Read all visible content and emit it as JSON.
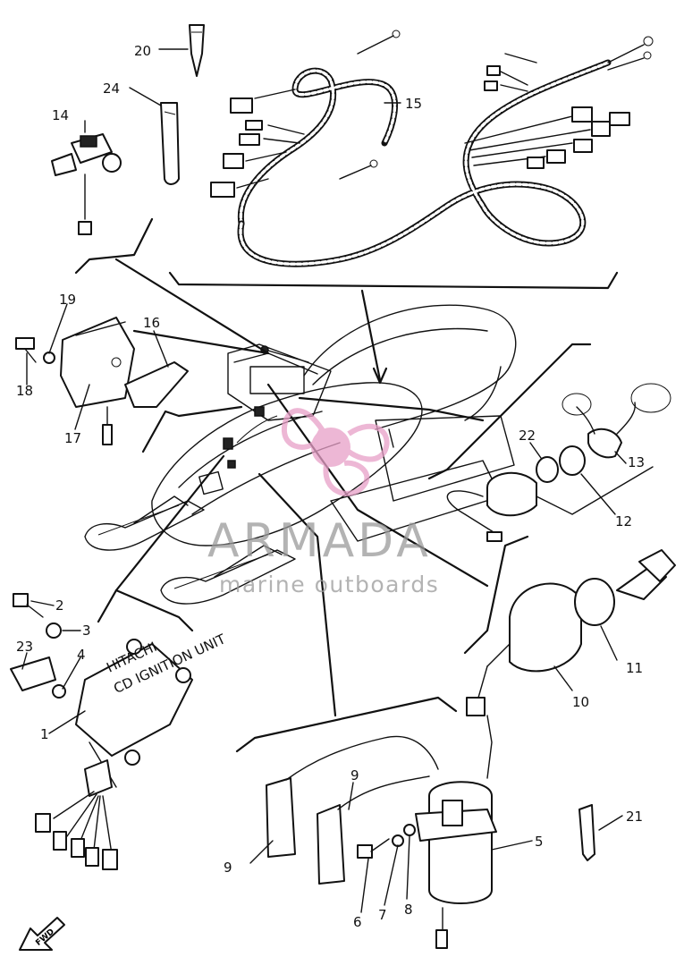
{
  "callouts": {
    "c1": "1",
    "c2": "2",
    "c3": "3",
    "c4": "4",
    "c5": "5",
    "c6": "6",
    "c7": "7",
    "c8": "8",
    "c9a": "9",
    "c9b": "9",
    "c10": "10",
    "c11": "11",
    "c12": "12",
    "c13": "13",
    "c14": "14",
    "c15": "15",
    "c16": "16",
    "c17": "17",
    "c18": "18",
    "c19": "19",
    "c20": "20",
    "c21": "21",
    "c22": "22",
    "c23": "23",
    "c24": "24"
  },
  "labels": {
    "cdi_label": "CD IGNITION UNIT",
    "cdi_maker": "HITACHI",
    "fwd": "FWD"
  },
  "watermark": {
    "brand": "ARMADA",
    "tagline": "marine outboards",
    "accent_color": "#e8a0c8",
    "text_color": "#9a9a9a"
  }
}
